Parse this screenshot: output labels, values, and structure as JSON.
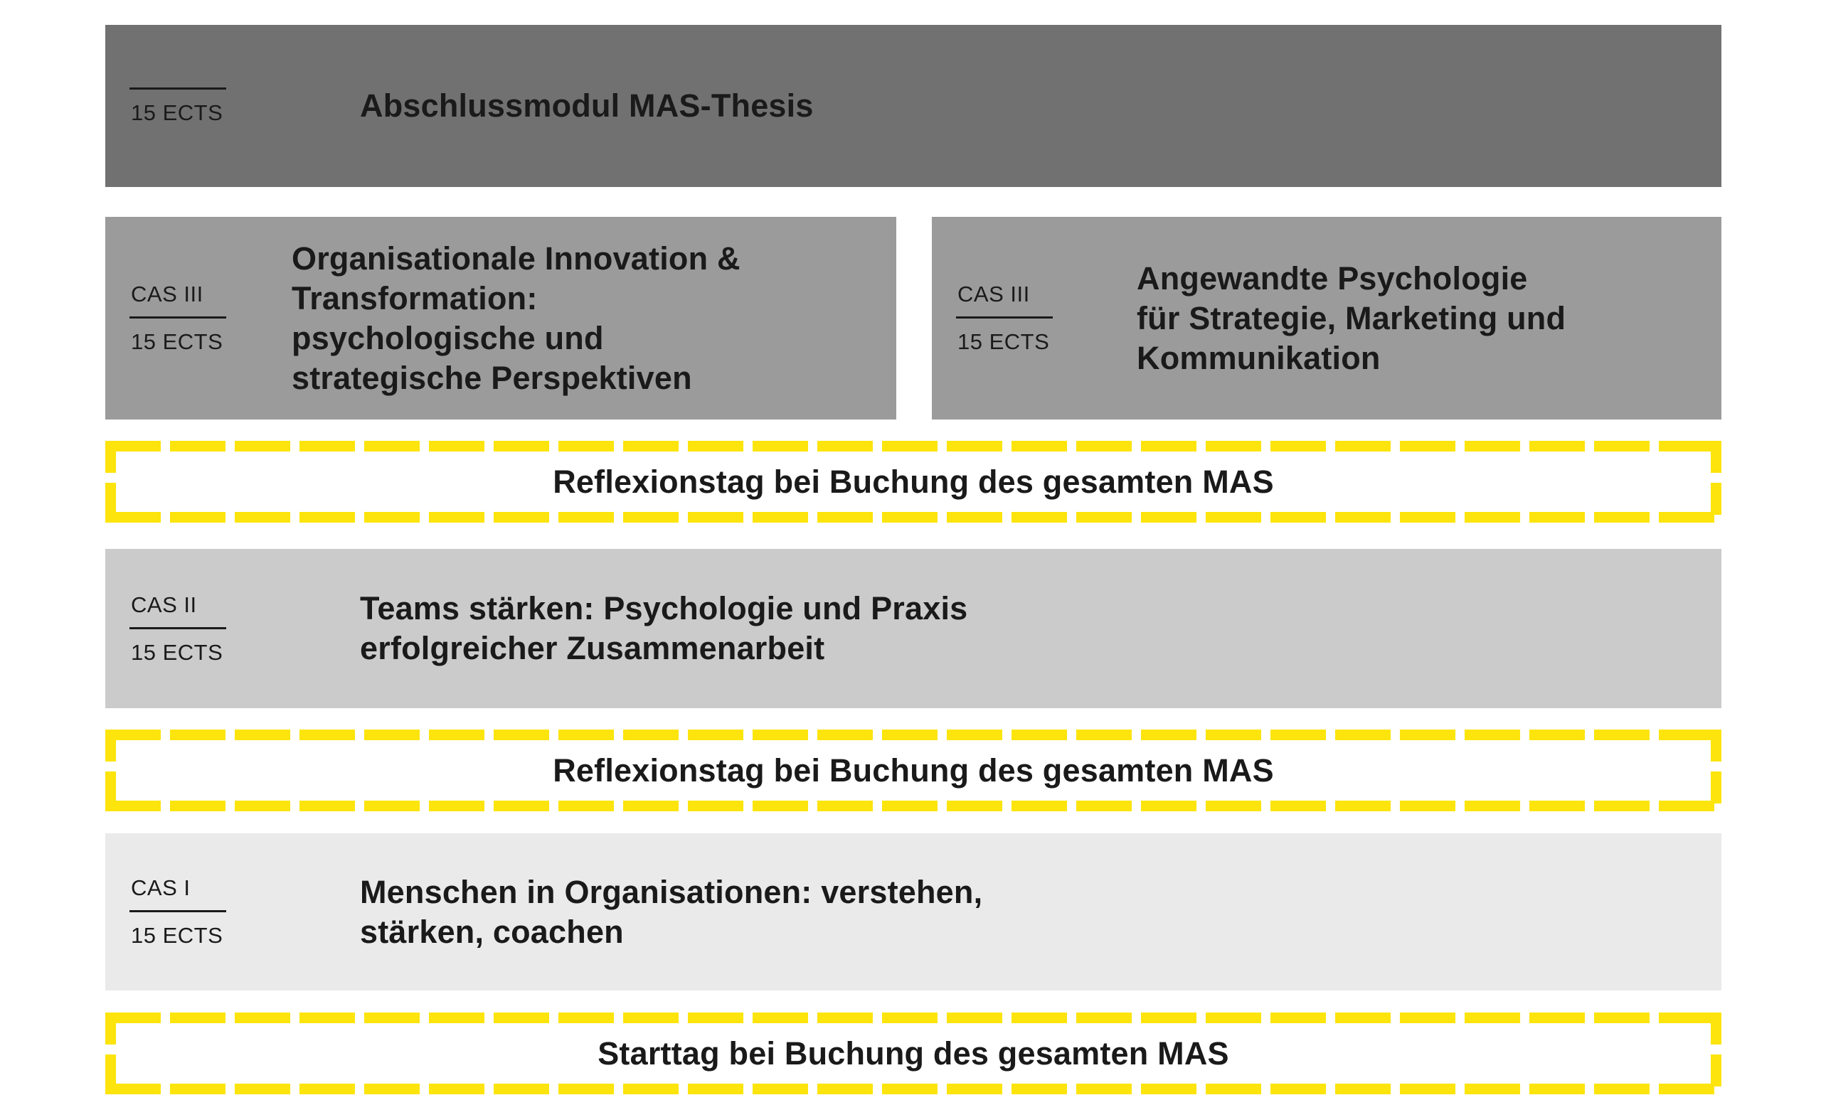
{
  "diagram": {
    "modules": {
      "thesis": {
        "ects": "15 ECTS",
        "title": "Abschlussmodul MAS-Thesis"
      },
      "cas3_left": {
        "cas": "CAS III",
        "ects": "15 ECTS",
        "title": "Organisationale Innovation &\nTransformation:\npsychologische und\nstrategische Perspektiven"
      },
      "cas3_right": {
        "cas": "CAS III",
        "ects": "15 ECTS",
        "title": "Angewandte Psychologie\nfür Strategie, Marketing und\nKommunikation"
      },
      "cas2": {
        "cas": "CAS II",
        "ects": "15 ECTS",
        "title": "Teams stärken: Psychologie und Praxis\nerfolgreicher Zusammenarbeit"
      },
      "cas1": {
        "cas": "CAS I",
        "ects": "15 ECTS",
        "title": "Menschen in Organisationen: verstehen,\nstärken, coachen"
      }
    },
    "bars": {
      "reflexion_top": "Reflexionstag bei Buchung des gesamten MAS",
      "reflexion_bottom": "Reflexionstag bei Buchung des gesamten MAS",
      "start": "Starttag bei Buchung des gesamten MAS"
    }
  },
  "colors": {
    "thesis_bg": "#717171",
    "cas3_bg": "#9B9B9B",
    "cas2_bg": "#CBCBCB",
    "cas1_bg": "#EAEAEA",
    "accent_yellow": "#FCE40C",
    "text": "#1A1A1A"
  }
}
